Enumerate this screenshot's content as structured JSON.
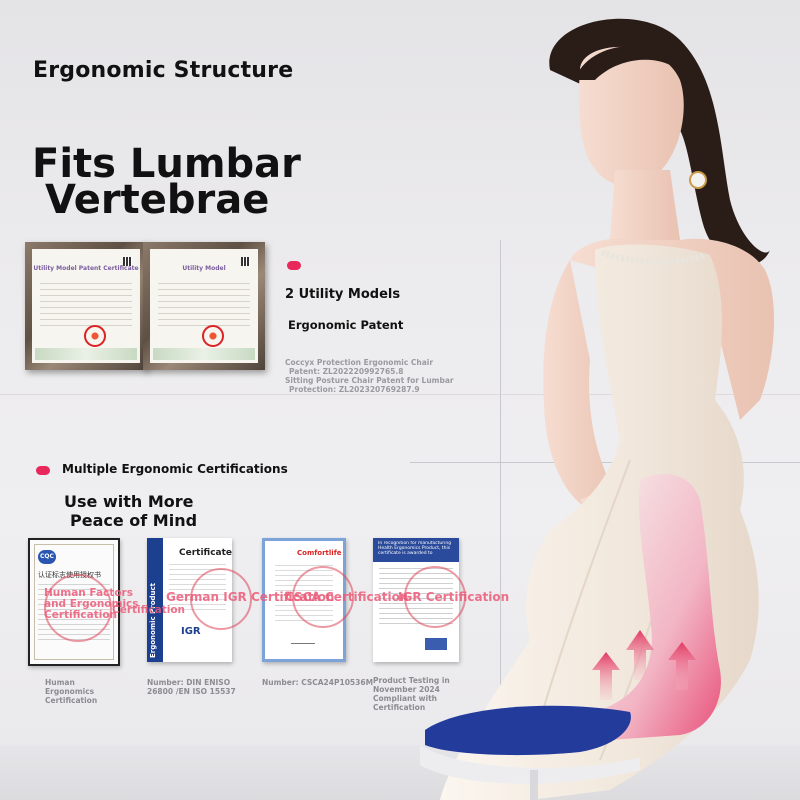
{
  "headline": {
    "top": "Ergonomic Structure",
    "main_line1": "Fits Lumbar",
    "main_line2": "Vertebrae"
  },
  "patents": {
    "certificate_title": "Utility Model Patent Certificate",
    "certificate_title_short": "Utility Model",
    "count_label": "2 Utility Models",
    "patent_label": "Ergonomic Patent",
    "notes": [
      "Coccyx Protection Ergonomic Chair",
      "Patent: ZL202220992765.8",
      "Sitting Posture Chair Patent for Lumbar",
      "Protection: ZL202320769287.9"
    ]
  },
  "certifications": {
    "label": "Multiple Ergonomic Certifications",
    "slogan_line1": "Use with More",
    "slogan_line2": "Peace of Mind",
    "items": [
      {
        "overlay": "Human Factors and Ergonomics Certification",
        "caption": "Human Ergonomics Certification",
        "doc_text": "认证标志使用授权书",
        "doc_brand": "CQC"
      },
      {
        "overlay": "German IGR Certification",
        "caption": "Number: DIN ENISO 26800 /EN ISO 15537",
        "doc_title": "Certificate",
        "doc_side": "Ergonomic Product",
        "doc_brand": "IGR"
      },
      {
        "overlay": "CSCA Certification",
        "caption": "Number: CSCA24P10536M",
        "doc_brand": "Comfortlife"
      },
      {
        "overlay": "IGR Certification",
        "caption": "Product Testing in November 2024 Compliant with Certification",
        "doc_header": "In recognition for manufacturing Health Ergonomics Product, this certificate is awarded to"
      }
    ]
  },
  "colors": {
    "accent": "#e8285a",
    "overlay_text": "#ec5a78",
    "dress": "#f6f0e8",
    "chair": "#f3ece9",
    "seat": "#233c9c"
  },
  "icons": [
    "arrow-up-icon",
    "seal-icon",
    "qr-code-icon"
  ]
}
